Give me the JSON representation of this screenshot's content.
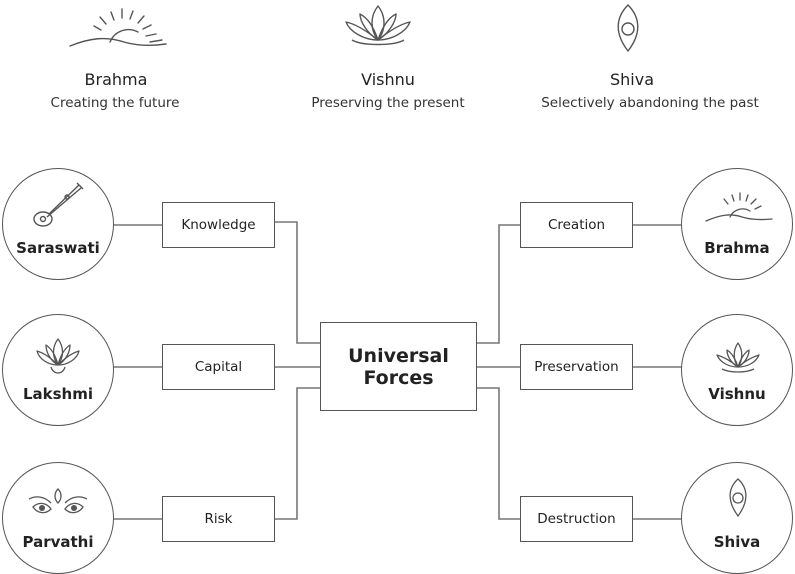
{
  "header": {
    "items": [
      {
        "title": "Brahma",
        "subtitle": "Creating the future",
        "icon": "rising-sun-icon"
      },
      {
        "title": "Vishnu",
        "subtitle": "Preserving the present",
        "icon": "lotus-icon"
      },
      {
        "title": "Shiva",
        "subtitle": "Selectively abandoning the past",
        "icon": "third-eye-icon"
      }
    ]
  },
  "center": {
    "line1": "Universal",
    "line2": "Forces"
  },
  "left": {
    "boxes": [
      "Knowledge",
      "Capital",
      "Risk"
    ],
    "circles": [
      {
        "label": "Saraswati",
        "icon": "veena-icon"
      },
      {
        "label": "Lakshmi",
        "icon": "lotus-icon"
      },
      {
        "label": "Parvathi",
        "icon": "eyes-icon"
      }
    ]
  },
  "right": {
    "boxes": [
      "Creation",
      "Preservation",
      "Destruction"
    ],
    "circles": [
      {
        "label": "Brahma",
        "icon": "rising-sun-icon"
      },
      {
        "label": "Vishnu",
        "icon": "lotus-icon"
      },
      {
        "label": "Shiva",
        "icon": "third-eye-icon"
      }
    ]
  },
  "colors": {
    "stroke": "#555555",
    "text": "#222222",
    "background": "#ffffff"
  }
}
